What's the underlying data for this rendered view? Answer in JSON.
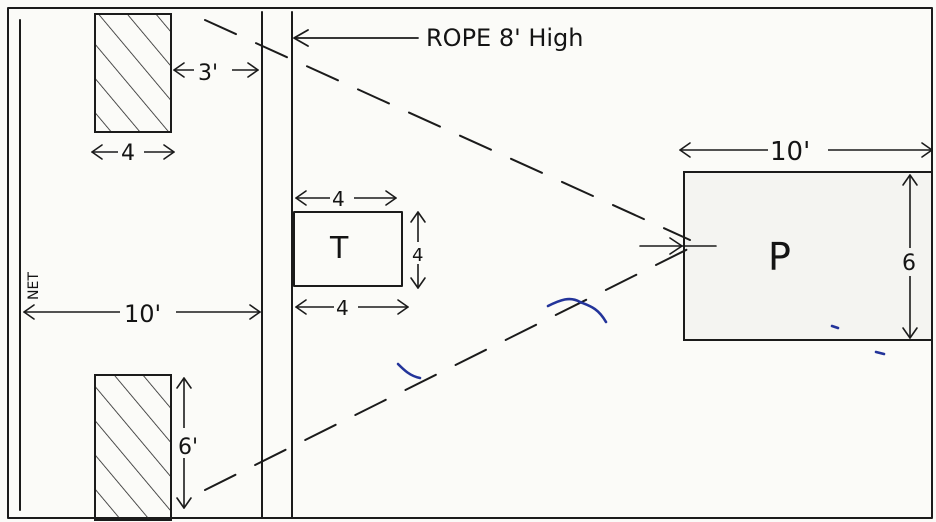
{
  "labels": {
    "rope": "ROPE 8' High",
    "net": "NET",
    "target": "T",
    "player": "P"
  },
  "dimensions": {
    "net_to_rope": "10'",
    "top_box_gap": "3'",
    "top_box_width": "4",
    "bottom_box_height": "6'",
    "target_offset_top": "4",
    "target_height": "4",
    "target_offset_bottom": "4",
    "player_width": "10'",
    "player_height": "6"
  },
  "colors": {
    "ink": "#1b1b1b",
    "blue_ink": "#23349a",
    "paper": "#fbfbf8"
  }
}
